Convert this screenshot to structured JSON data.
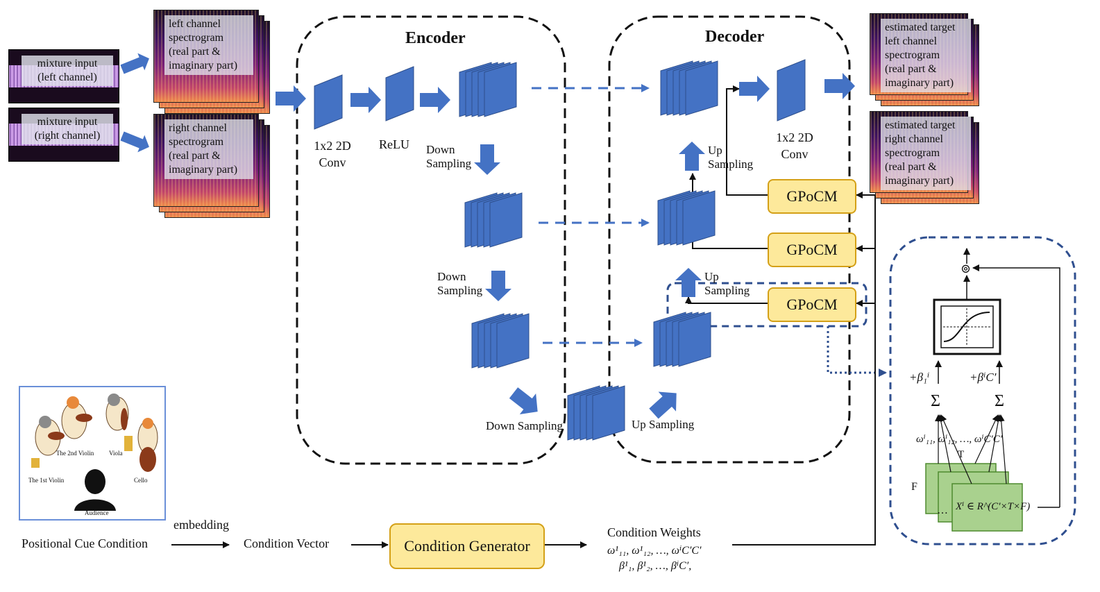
{
  "inputs": {
    "left_mixture": "mixture input\n(left channel)",
    "right_mixture": "mixture input\n(right channel)",
    "left_spec": "left channel\nspectrogram\n(real part &\nimaginary part)",
    "right_spec": "right channel\nspectrogram\n(real part &\nimaginary part)"
  },
  "encoder": {
    "title": "Encoder",
    "conv": "1x2 2D\nConv",
    "relu": "ReLU",
    "down1": "Down\nSampling",
    "down2": "Down\nSampling",
    "down3": "Down Sampling"
  },
  "decoder": {
    "title": "Decoder",
    "conv": "1x2 2D\nConv",
    "up1": "Up\nSampling",
    "up2": "Up\nSampling",
    "up3": "Up Sampling"
  },
  "gpocm": [
    "GPoCM",
    "GPoCM",
    "GPoCM"
  ],
  "outputs": {
    "left": "estimated target\nleft channel\nspectrogram\n(real part &\nimaginary part)",
    "right": "estimated target\nright channel\nspectrogram\n(real part &\nimaginary part)"
  },
  "condition": {
    "positional_cue": "Positional Cue Condition",
    "embedding": "embedding",
    "vector": "Condition Vector",
    "generator": "Condition Generator",
    "weights_title": "Condition Weights",
    "weights_omega": "ω¹₁₁, ω¹₁₂, …, ωⁱC′C′",
    "weights_beta": "β¹₁, β¹₂, …, βⁱC′,"
  },
  "panel": {
    "first_violin": "The 1st Violin",
    "second_violin": "The 2nd Violin",
    "viola": "Viola",
    "cello": "Cello",
    "audience": "Audience"
  },
  "detail": {
    "beta1": "+β₁ⁱ",
    "betaC": "+βⁱC′",
    "sigma": "Σ",
    "omegas": "ωⁱ₁₁, ωⁱ₁₂, …, ωⁱC′C′",
    "T": "T",
    "F": "F",
    "dots": "…",
    "tensor": "Xⁱ ∈ R^(C′×T×F)",
    "odot": "⊚"
  },
  "colors": {
    "block_blue": "#4472c4",
    "gpocm_fill": "#fde99b",
    "gpocm_border": "#d4a017",
    "tensor_green": "#a9d18e",
    "dashed_navy": "#2f4f8f"
  }
}
